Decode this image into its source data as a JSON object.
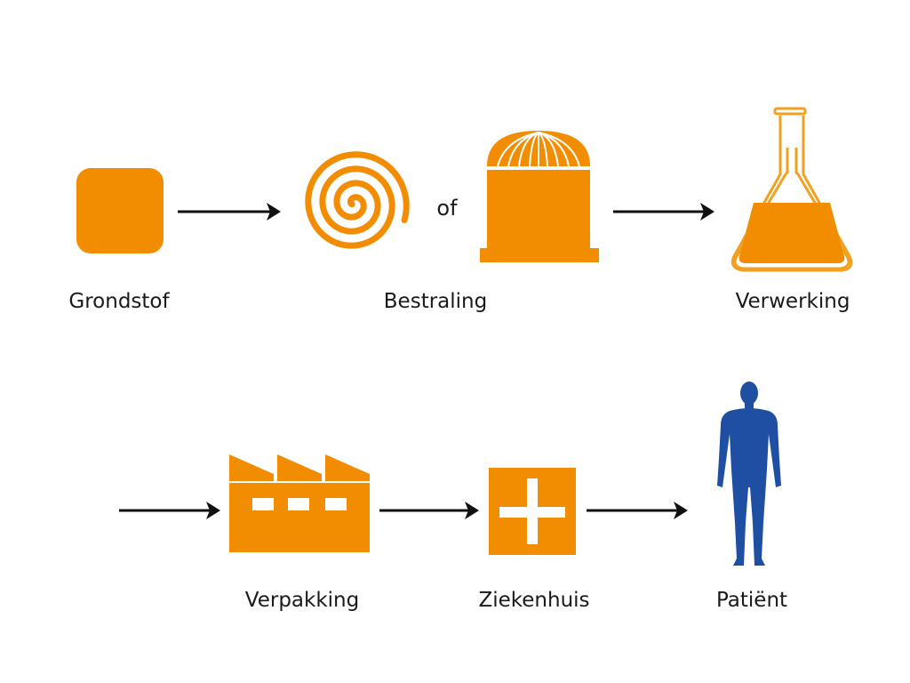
{
  "diagram": {
    "colors": {
      "accent": "#F28C00",
      "person": "#1F4FA3",
      "arrow": "#111111",
      "text": "#1a1a1a"
    },
    "row1": {
      "steps": [
        {
          "label": "Grondstof",
          "icon": "rounded-square-icon"
        },
        {
          "label": "Bestraling",
          "icon": "spiral-icon",
          "alt_icon": "reactor-dome-icon",
          "connector": "of"
        },
        {
          "label": "Verwerking",
          "icon": "flask-icon"
        }
      ]
    },
    "row2": {
      "steps": [
        {
          "label": "Verpakking",
          "icon": "factory-icon"
        },
        {
          "label": "Ziekenhuis",
          "icon": "hospital-cross-icon"
        },
        {
          "label": "Patiënt",
          "icon": "person-icon"
        }
      ]
    }
  }
}
